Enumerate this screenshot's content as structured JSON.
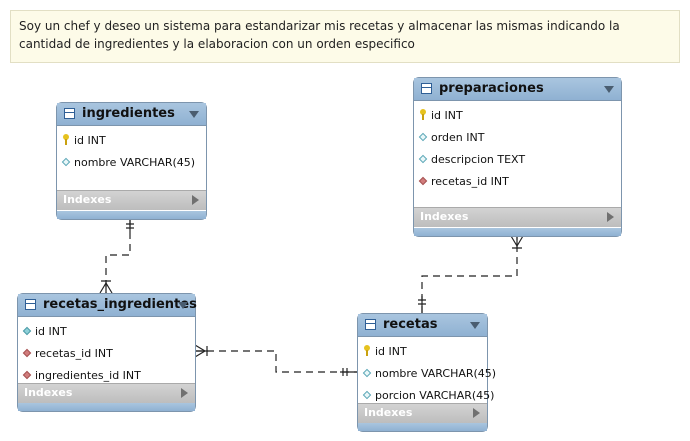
{
  "note": {
    "text": "Soy un chef y deseo un sistema para estandarizar mis recetas y almacenar las mismas indicando la cantidad de ingredientes y la elaboracion con un orden especifico"
  },
  "tables": {
    "ingredientes": {
      "name": "ingredientes",
      "columns": [
        {
          "label": "id INT",
          "key": "pk"
        },
        {
          "label": "nombre VARCHAR(45)",
          "key": "none"
        }
      ],
      "indexes_label": "Indexes"
    },
    "preparaciones": {
      "name": "preparaciones",
      "columns": [
        {
          "label": "id INT",
          "key": "pk"
        },
        {
          "label": "orden INT",
          "key": "none"
        },
        {
          "label": "descripcion TEXT",
          "key": "none"
        },
        {
          "label": "recetas_id INT",
          "key": "fk"
        }
      ],
      "indexes_label": "Indexes"
    },
    "recetas_ingredientes": {
      "name": "recetas_ingredientes",
      "columns": [
        {
          "label": "id INT",
          "key": "pkfk"
        },
        {
          "label": "recetas_id INT",
          "key": "fk"
        },
        {
          "label": "ingredientes_id INT",
          "key": "fk"
        }
      ],
      "indexes_label": "Indexes"
    },
    "recetas": {
      "name": "recetas",
      "columns": [
        {
          "label": "id INT",
          "key": "pk"
        },
        {
          "label": "nombre VARCHAR(45)",
          "key": "none"
        },
        {
          "label": "porcion VARCHAR(45)",
          "key": "none"
        }
      ],
      "indexes_label": "Indexes"
    }
  },
  "relationships": [
    {
      "from": "ingredientes",
      "to": "recetas_ingredientes",
      "from_end": "one",
      "to_end": "many"
    },
    {
      "from": "recetas",
      "to": "recetas_ingredientes",
      "from_end": "one",
      "to_end": "many"
    },
    {
      "from": "recetas",
      "to": "preparaciones",
      "from_end": "one",
      "to_end": "many"
    }
  ],
  "colors": {
    "header": "#9ebcd9",
    "border": "#7d95ad",
    "note_bg": "#fdfbe8",
    "connector": "#222222"
  }
}
